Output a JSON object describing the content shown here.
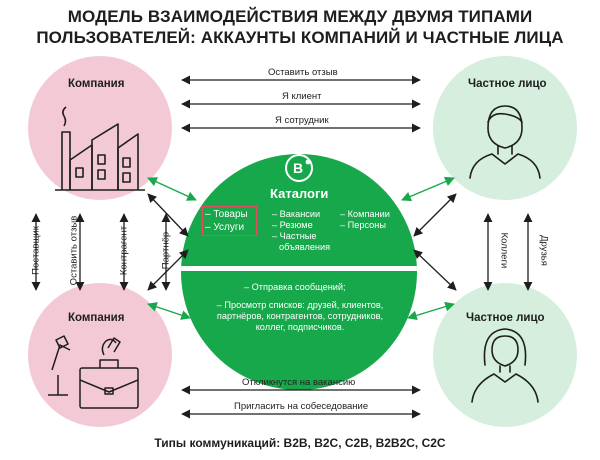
{
  "title_line1": "МОДЕЛЬ ВЗАИМОДЕЙСТВИЯ МЕЖДУ ДВУМЯ ТИПАМИ",
  "title_line2": "ПОЛЬЗОВАТЕЛЕЙ: АККАУНТЫ КОМПАНИЙ И ЧАСТНЫЕ ЛИЦА",
  "nodes": {
    "company_top": "Компания",
    "company_bottom": "Компания",
    "person_top": "Частное лицо",
    "person_bottom": "Частное лицо"
  },
  "top_arrows": [
    "Оставить отзыв",
    "Я клиент",
    "Я сотрудник"
  ],
  "bottom_arrows": [
    "Откликнутся на вакансию",
    "Пригласить на собеседование"
  ],
  "left_vertical": [
    "Поставщик",
    "Оставить отзыв",
    "Контрагент",
    "Партнёр"
  ],
  "right_vertical": [
    "Коллеги",
    "Друзья"
  ],
  "catalog": {
    "logo_letter": "B",
    "title": "Каталоги",
    "col1": [
      "– Товары",
      "– Услуги"
    ],
    "col2": [
      "– Вакансии",
      "– Резюме",
      "– Частные",
      "объявления"
    ],
    "col3": [
      "– Компании",
      "– Персоны"
    ],
    "messages": "– Отправка сообщений;",
    "lists": [
      "– Просмотр списков: друзей, клиентов,",
      "партнёров, контрагентов, сотрудников,",
      "коллег, подписчиков."
    ]
  },
  "footer": "Типы коммуникаций: B2B, B2C, C2B, B2B2C, C2C",
  "colors": {
    "pink": "#f3c9d6",
    "mint": "#d5eedd",
    "green": "#17a84b",
    "accent_box": "#e84a5f"
  }
}
